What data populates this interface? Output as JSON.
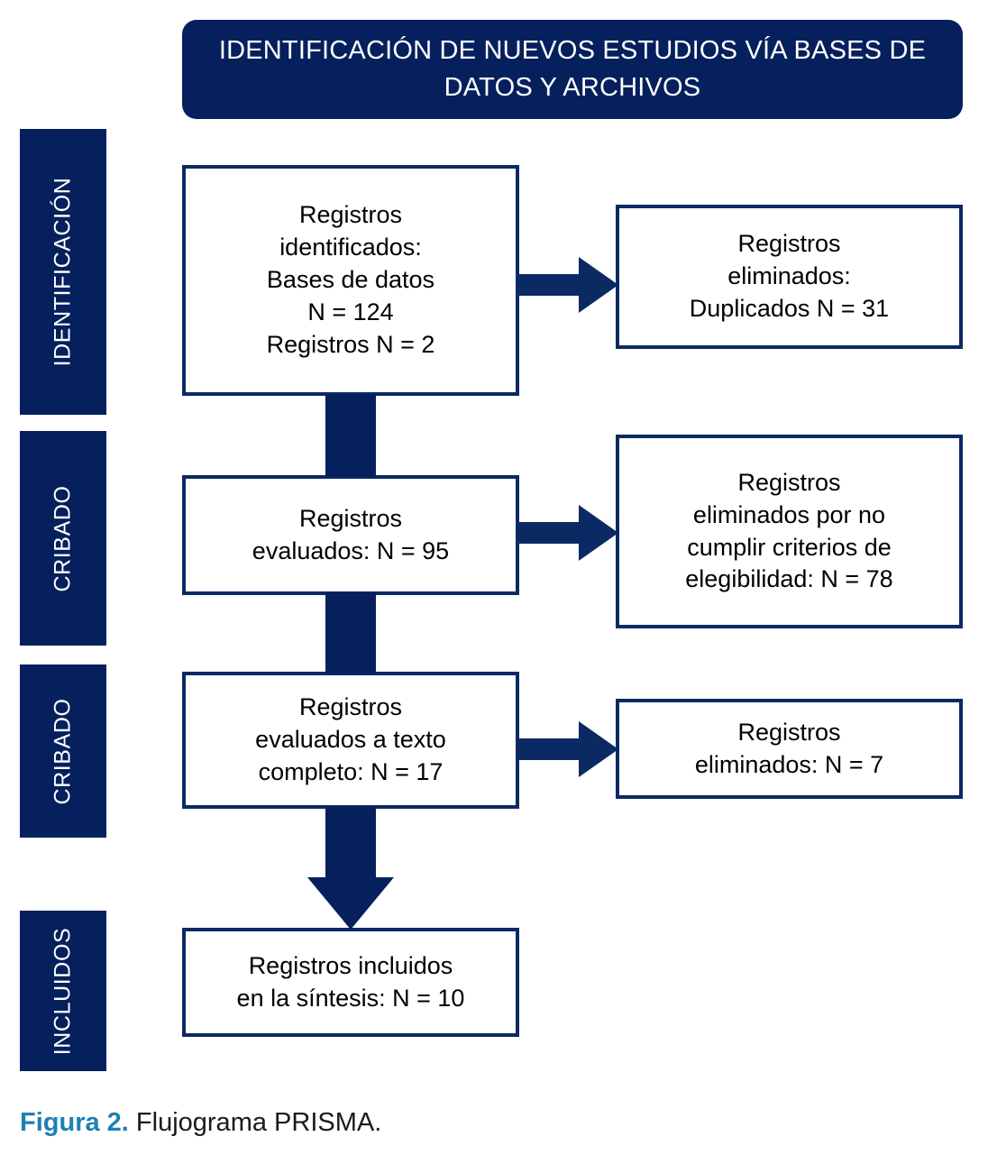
{
  "figure": {
    "header": {
      "title": "IDENTIFICACIÓN DE NUEVOS ESTUDIOS VÍA BASES DE DATOS Y ARCHIVOS",
      "background_color": "#05205c",
      "text_color": "#ffffff"
    },
    "stages": [
      {
        "label": "IDENTIFICACIÓN"
      },
      {
        "label": "CRIBADO"
      },
      {
        "label": "CRIBADO"
      },
      {
        "label": "INCLUIDOS"
      }
    ],
    "left_boxes": [
      {
        "text": "Registros\nidentificados:\nBases de datos\nN = 124\nRegistros N = 2"
      },
      {
        "text": "Registros\nevaluados: N = 95"
      },
      {
        "text": "Registros\nevaluados a texto\ncompleto: N = 17"
      },
      {
        "text": "Registros incluidos\nen la síntesis: N = 10"
      }
    ],
    "right_boxes": [
      {
        "text": "Registros\neliminados:\nDuplicados N = 31"
      },
      {
        "text": "Registros\neliminados por no\ncumplir criterios de\nelegibilidad: N = 78"
      },
      {
        "text": "Registros\neliminados: N = 7"
      }
    ],
    "connectors": [
      {
        "name": "arrow-box1-to-excluded1",
        "direction": "right"
      },
      {
        "name": "arrow-box2-to-excluded2",
        "direction": "right"
      },
      {
        "name": "arrow-box3-to-excluded3",
        "direction": "right"
      },
      {
        "name": "shaft-box1-to-box2",
        "direction": "down"
      },
      {
        "name": "shaft-box2-to-box3",
        "direction": "down"
      },
      {
        "name": "arrow-box3-to-box4",
        "direction": "down"
      }
    ],
    "caption": {
      "label": "Figura 2.",
      "text": " Flujograma PRISMA.",
      "label_color": "#1d80b4"
    },
    "colors": {
      "navy": "#05205c",
      "box_border": "#0b2a63",
      "accent_teal": "#1d80b4",
      "background": "#ffffff"
    }
  }
}
